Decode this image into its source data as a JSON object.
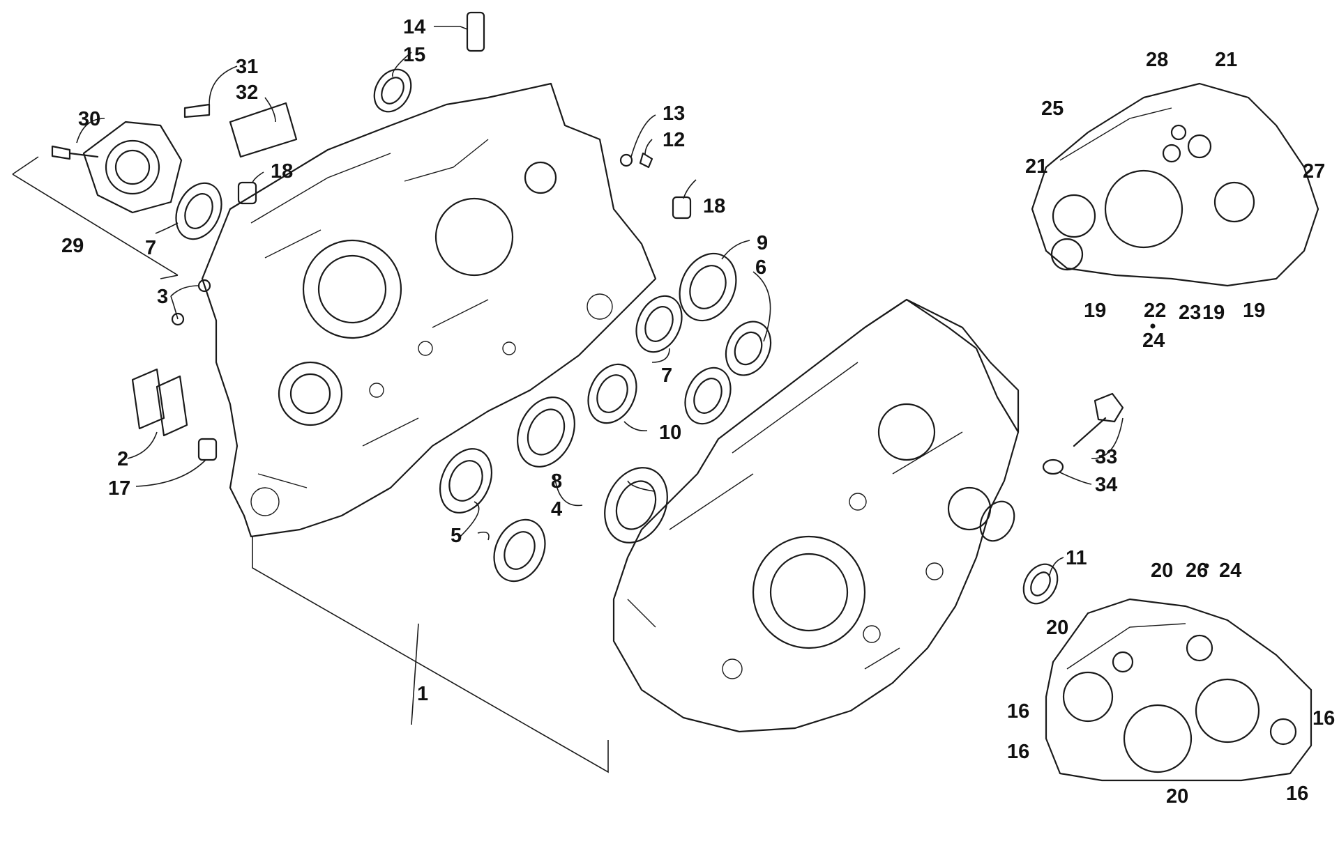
{
  "callouts": [
    {
      "key": "1",
      "text": "1"
    },
    {
      "key": "2",
      "text": "2"
    },
    {
      "key": "3",
      "text": "3"
    },
    {
      "key": "4",
      "text": "4"
    },
    {
      "key": "5",
      "text": "5"
    },
    {
      "key": "6",
      "text": "6"
    },
    {
      "key": "7a",
      "text": "7"
    },
    {
      "key": "7b",
      "text": "7"
    },
    {
      "key": "8",
      "text": "8"
    },
    {
      "key": "9",
      "text": "9"
    },
    {
      "key": "10",
      "text": "10"
    },
    {
      "key": "11",
      "text": "11"
    },
    {
      "key": "12",
      "text": "12"
    },
    {
      "key": "13",
      "text": "13"
    },
    {
      "key": "14",
      "text": "14"
    },
    {
      "key": "15",
      "text": "15"
    },
    {
      "key": "16a",
      "text": "16"
    },
    {
      "key": "16b",
      "text": "16"
    },
    {
      "key": "16c",
      "text": "16"
    },
    {
      "key": "16d",
      "text": "16"
    },
    {
      "key": "17",
      "text": "17"
    },
    {
      "key": "18a",
      "text": "18"
    },
    {
      "key": "18b",
      "text": "18"
    },
    {
      "key": "19a",
      "text": "19"
    },
    {
      "key": "19b",
      "text": "19"
    },
    {
      "key": "19c",
      "text": "19"
    },
    {
      "key": "20a",
      "text": "20"
    },
    {
      "key": "20b",
      "text": "20"
    },
    {
      "key": "20c",
      "text": "20"
    },
    {
      "key": "21a",
      "text": "21"
    },
    {
      "key": "21b",
      "text": "21"
    },
    {
      "key": "22",
      "text": "22"
    },
    {
      "key": "23",
      "text": "23"
    },
    {
      "key": "24a",
      "text": "24"
    },
    {
      "key": "24b",
      "text": "24"
    },
    {
      "key": "25",
      "text": "25"
    },
    {
      "key": "26",
      "text": "26"
    },
    {
      "key": "27",
      "text": "27"
    },
    {
      "key": "28",
      "text": "28"
    },
    {
      "key": "29",
      "text": "29"
    },
    {
      "key": "30",
      "text": "30"
    },
    {
      "key": "31",
      "text": "31"
    },
    {
      "key": "32",
      "text": "32"
    },
    {
      "key": "33",
      "text": "33"
    },
    {
      "key": "34",
      "text": "34"
    }
  ]
}
